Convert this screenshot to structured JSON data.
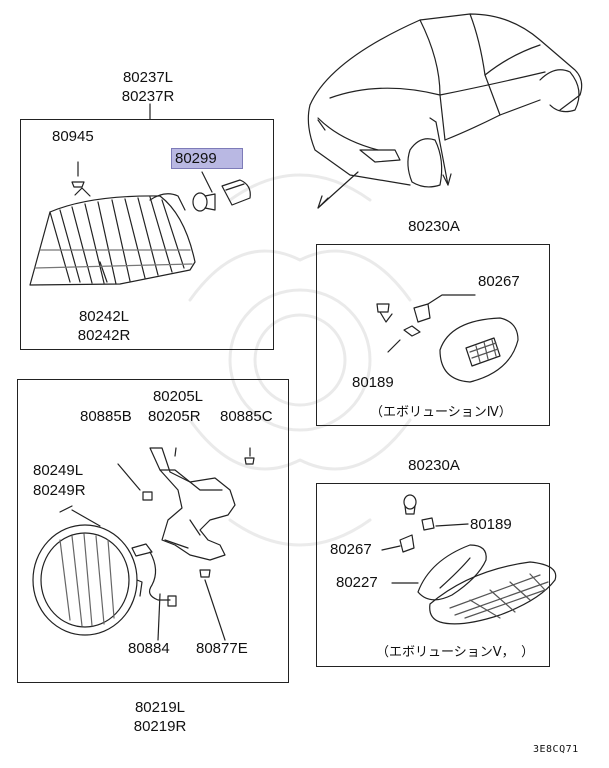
{
  "diagram": {
    "top_left_group": {
      "header_l": "80237L",
      "header_r": "80237R",
      "part_80945": "80945",
      "part_80299": "80299",
      "footer_l": "80242L",
      "footer_r": "80242R"
    },
    "side_lamp_a": {
      "header": "80230A",
      "part_80267": "80267",
      "part_80189": "80189",
      "caption": "（エボリューションⅣ）"
    },
    "headlamp_group": {
      "bracket_l": "80205L",
      "bracket_r": "80205R",
      "part_80885b": "80885B",
      "part_80885c": "80885C",
      "lamp_l": "80249L",
      "lamp_r": "80249R",
      "part_80884": "80884",
      "part_80877e": "80877E",
      "footer_l": "80219L",
      "footer_r": "80219R"
    },
    "side_lamp_b": {
      "header": "80230A",
      "part_80189": "80189",
      "part_80267": "80267",
      "part_80227": "80227",
      "caption": "（エボリューションⅤ，　）"
    },
    "figure_code": "3E8CQ71",
    "highlight_color": "#b9b8e3"
  }
}
